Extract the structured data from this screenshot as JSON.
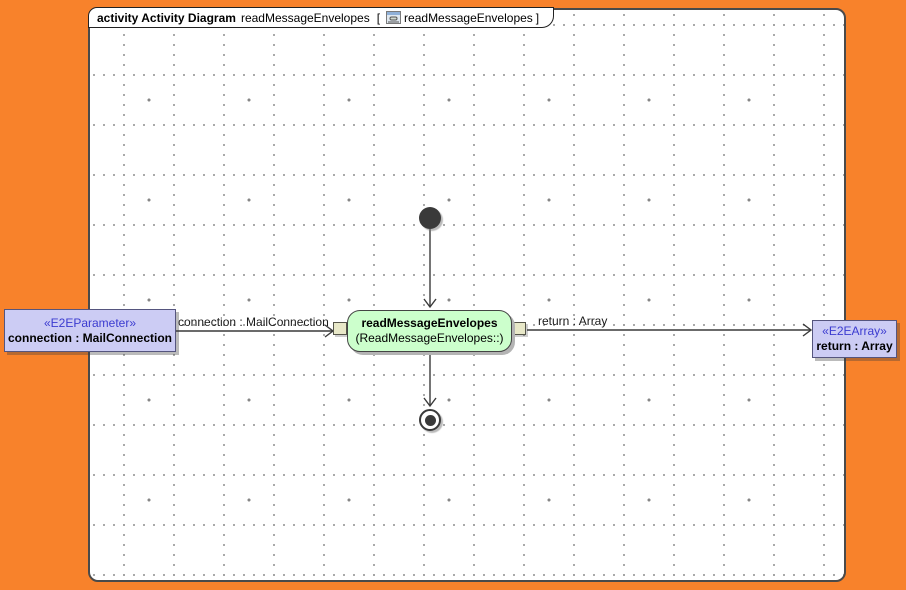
{
  "frame": {
    "tab": {
      "keyword": "activity Activity Diagram",
      "name": "readMessageEnvelopes",
      "bracket_open": "[",
      "ref_name": "readMessageEnvelopes",
      "bracket_close": "]"
    }
  },
  "nodes": {
    "param_in": {
      "stereotype": "«E2EParameter»",
      "label": "connection : MailConnection"
    },
    "action": {
      "name": "readMessageEnvelopes",
      "behavior": "(ReadMessageEnvelopes::)"
    },
    "param_out": {
      "stereotype": "«E2EArray»",
      "label": "return : Array"
    }
  },
  "edges": {
    "in_label": "connection : MailConnection",
    "out_label": "return : Array"
  },
  "colors": {
    "desktop": "#F8822B",
    "canvas": "#FFFFFF",
    "grid_dot": "#9A9A9A",
    "param_fill": "#CCCCF4",
    "param_border": "#55557E",
    "stereotype_text": "#3B3BD0",
    "action_fill": "#CCFFCC",
    "action_border": "#444444",
    "pin_fill": "#E8E8C8",
    "edge": "#3A3A3A"
  }
}
